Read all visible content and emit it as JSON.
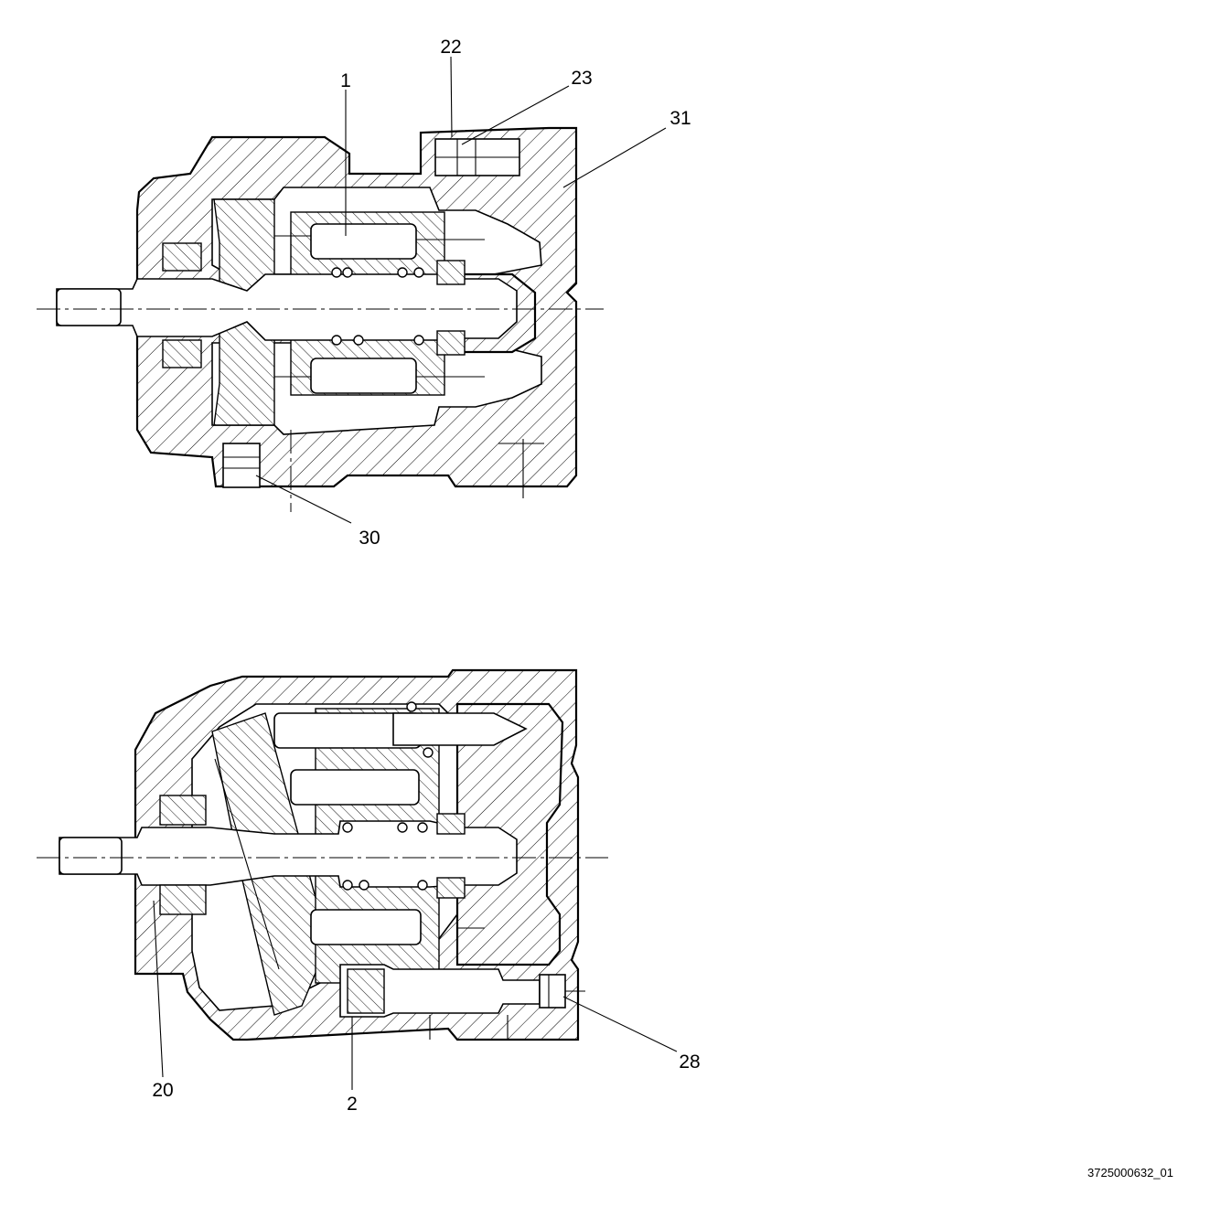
{
  "figure": {
    "document_id": "3725000632_01",
    "upper_view": {
      "callouts": [
        {
          "id": "callout-22",
          "label": "22"
        },
        {
          "id": "callout-23",
          "label": "23"
        },
        {
          "id": "callout-1",
          "label": "1"
        },
        {
          "id": "callout-31",
          "label": "31"
        },
        {
          "id": "callout-30",
          "label": "30"
        }
      ]
    },
    "lower_view": {
      "callouts": [
        {
          "id": "callout-20",
          "label": "20"
        },
        {
          "id": "callout-2",
          "label": "2"
        },
        {
          "id": "callout-28",
          "label": "28"
        }
      ]
    }
  }
}
